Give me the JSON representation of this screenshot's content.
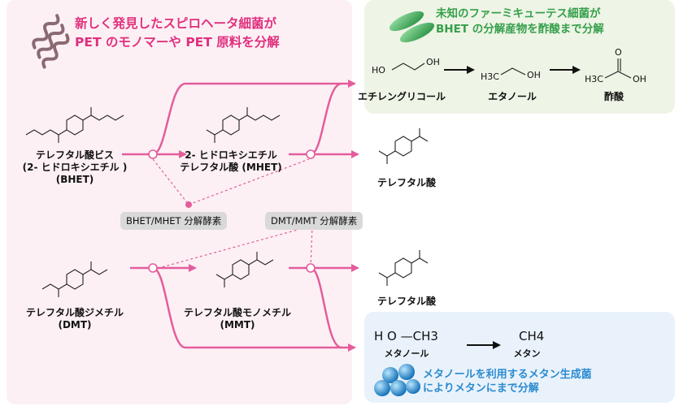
{
  "colors": {
    "pink": "#e0307d",
    "pink_line": "#e35d9b",
    "green": "#35a04a",
    "blue": "#2a8bd0"
  },
  "spirochete": {
    "title_line1": "新しく発見したスピロヘータ細菌が",
    "title_line2": "PET のモノマーや PET 原料を分解"
  },
  "firmicutes": {
    "title_line1": "未知のファーミキューテス細菌が",
    "title_line2": "BHET の分解産物を酢酸まで分解"
  },
  "methanogen": {
    "title_line1": "メタノールを利用するメタン生成菌",
    "title_line2": "によりメタンにまで分解"
  },
  "compounds": {
    "bhet": {
      "line1": "テレフタル酸ビス",
      "line2": "(2- ヒドロキシエチル )",
      "line3": "(BHET)"
    },
    "mhet": {
      "line1": "2- ヒドロキシエチル",
      "line2": "テレフタル酸 (MHET)"
    },
    "tpa_top": "テレフタル酸",
    "dmt": {
      "line1": "テレフタル酸ジメチル",
      "line2": "(DMT)"
    },
    "mmt": {
      "line1": "テレフタル酸モノメチル",
      "line2": "(MMT)"
    },
    "tpa_bottom": "テレフタル酸",
    "ethylene_glycol": "エチレングリコール",
    "ethanol": "エタノール",
    "acetic_acid": "酢酸",
    "methanol": "メタノール",
    "methane": "メタン"
  },
  "formulas": {
    "ho": "HO",
    "oh": "OH",
    "h3c": "H3C",
    "methanol_ho": "H O",
    "methanol_ch3": "—CH3",
    "methane": "CH4",
    "carbonyl_o": "O"
  },
  "enzymes": {
    "bhet_mhet": "BHET/MHET 分解酵素",
    "dmt_mmt": "DMT/MMT 分解酵素"
  }
}
